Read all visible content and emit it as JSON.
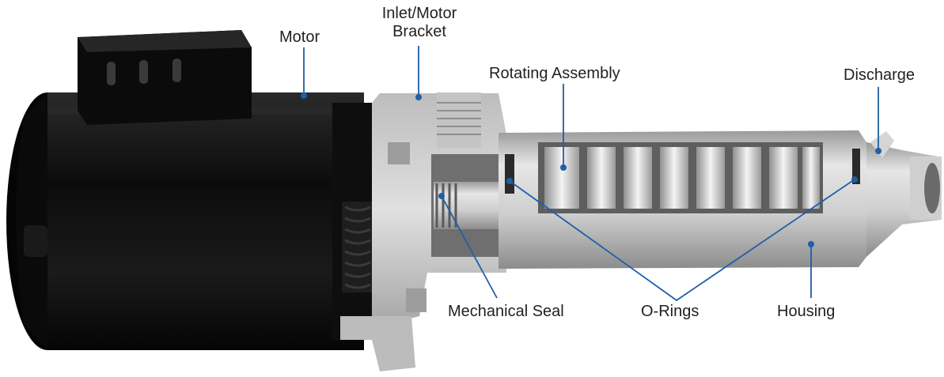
{
  "labels": {
    "motor": "Motor",
    "inlet_line1": "Inlet/Motor",
    "inlet_line2": "Bracket",
    "rotating_assembly": "Rotating Assembly",
    "discharge": "Discharge",
    "mechanical_seal": "Mechanical Seal",
    "o_rings": "O-Rings",
    "housing": "Housing"
  },
  "colors": {
    "leader_line": "#1f5fa8",
    "label_text": "#231f20",
    "motor_body": "#111111",
    "pump_metal": "#c9c9c9"
  }
}
